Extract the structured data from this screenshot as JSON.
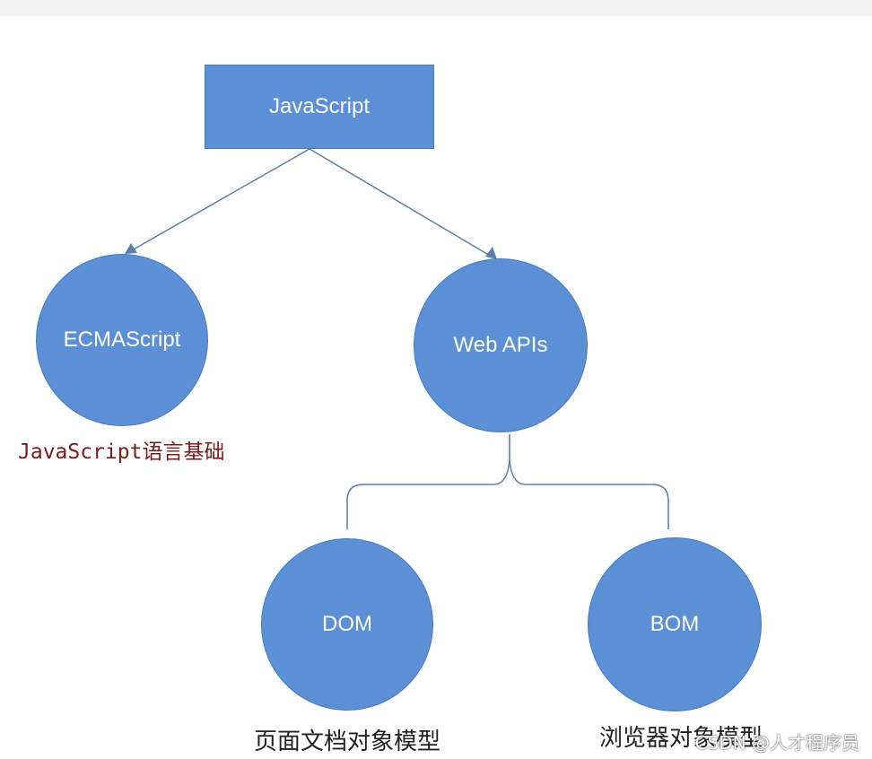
{
  "diagram": {
    "root": {
      "label": "JavaScript"
    },
    "ecmascript": {
      "label": "ECMAScript",
      "caption": "JavaScript语言基础"
    },
    "webapis": {
      "label": "Web APIs"
    },
    "dom": {
      "label": "DOM",
      "caption": "页面文档对象模型"
    },
    "bom": {
      "label": "BOM",
      "caption": "浏览器对象模型"
    }
  },
  "watermark": "CSDN @人才程序员",
  "colors": {
    "node_fill": "#5b8fd6",
    "node_border": "#4a7bc0",
    "connector": "#5b7fa8",
    "caption_highlight": "#7a1c1c"
  }
}
